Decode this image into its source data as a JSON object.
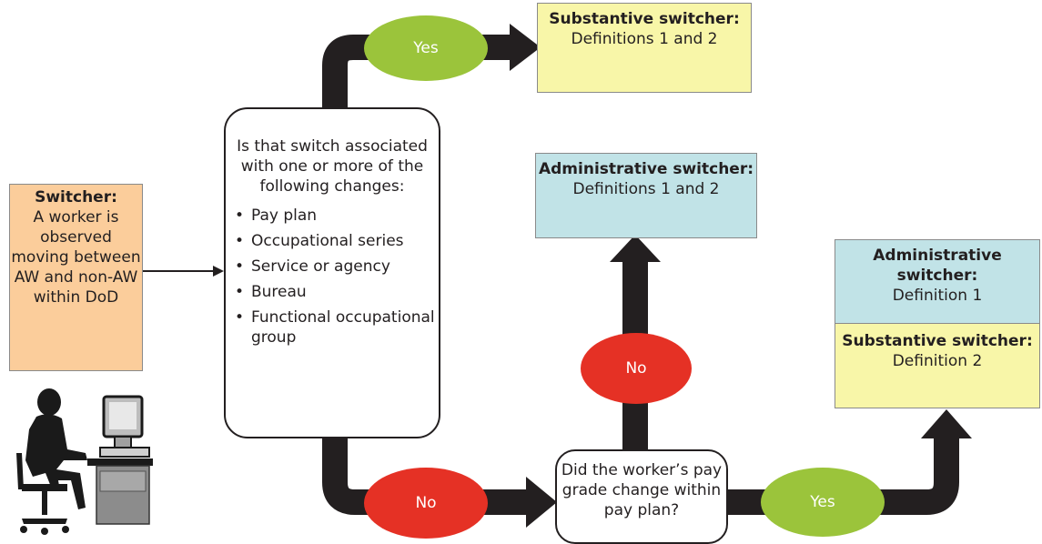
{
  "switcher": {
    "title": "Switcher:",
    "body": "A worker is observed moving between AW and non-AW within DoD"
  },
  "question": {
    "intro": "Is that switch associated with one or more of the following changes:",
    "items": [
      "Pay plan",
      "Occupational series",
      "Service or agency",
      "Bureau",
      "Functional occupational group"
    ]
  },
  "paygrade": {
    "text": "Did the worker’s pay grade change within pay plan?"
  },
  "outcomes": {
    "substantive_top": {
      "title": "Substantive switcher:",
      "body": "Definitions 1 and 2"
    },
    "administrative_mid": {
      "title": "Administrative switcher:",
      "body": "Definitions 1 and 2"
    },
    "administrative_right": {
      "title": "Administrative switcher:",
      "body": "Definition 1"
    },
    "substantive_right": {
      "title": "Substantive switcher:",
      "body": "Definition 2"
    }
  },
  "decisions": {
    "yes_top": "Yes",
    "no_bottom": "No",
    "no_mid": "No",
    "yes_bottom": "Yes"
  },
  "colors": {
    "switcher_fill": "#fbcd9b",
    "substantive_fill": "#f8f6a8",
    "administrative_fill": "#c1e3e7",
    "yes_fill": "#9bc43b",
    "no_fill": "#e53125",
    "arrow": "#231f20"
  },
  "icons": {
    "worker": "person-at-computer-icon"
  }
}
